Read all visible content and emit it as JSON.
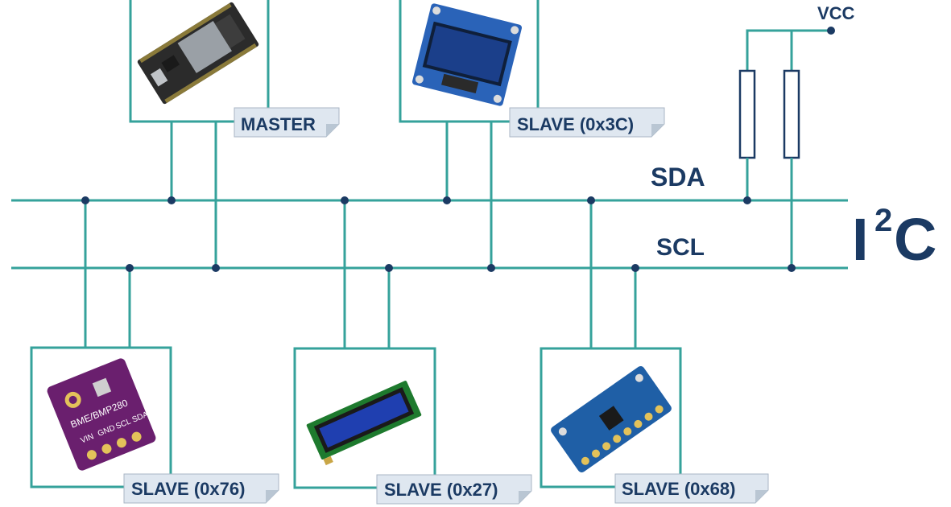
{
  "title": {
    "main": "I",
    "superscript": "2",
    "tail": "C"
  },
  "bus": {
    "sda_label": "SDA",
    "scl_label": "SCL",
    "vcc_label": "VCC"
  },
  "devices": [
    {
      "id": "master",
      "label": "MASTER",
      "module": "ESP32 development board"
    },
    {
      "id": "oled",
      "label": "SLAVE (0x3C)",
      "module": "OLED display"
    },
    {
      "id": "bme280",
      "label": "SLAVE (0x76)",
      "module": "BME/BMP280 sensor",
      "silkscreen": [
        "BME/BMP280",
        "VIN",
        "GND",
        "SCL",
        "SDA"
      ]
    },
    {
      "id": "lcd",
      "label": "SLAVE (0x27)",
      "module": "16x2 LCD"
    },
    {
      "id": "mpu6050",
      "label": "SLAVE (0x68)",
      "module": "MPU6050 module"
    }
  ],
  "colors": {
    "wire": "#35a29b",
    "node": "#1b3a63",
    "text": "#1b3a63",
    "tag": "#dfe7f0"
  }
}
